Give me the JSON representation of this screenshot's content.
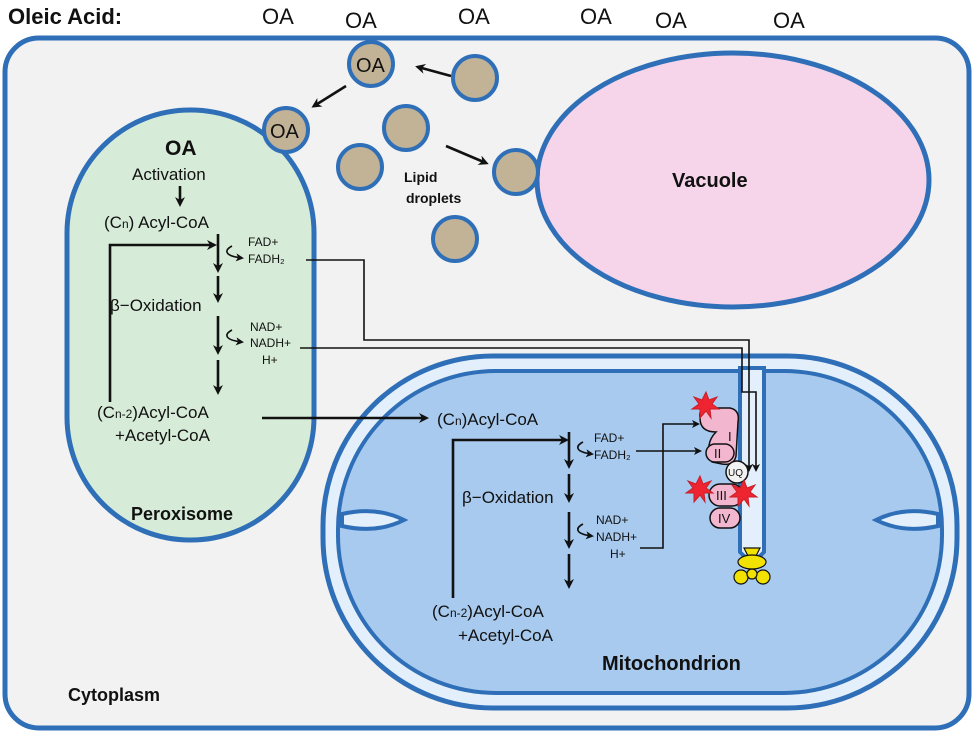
{
  "header": {
    "label": "Oleic Acid:",
    "oa_molecules": [
      "OA",
      "OA",
      "OA",
      "OA",
      "OA",
      "OA"
    ]
  },
  "compartments": {
    "cytoplasm": "Cytoplasm",
    "vacuole": "Vacuole",
    "peroxisome": "Peroxisome",
    "mitochondrion": "Mitochondrion"
  },
  "lipid_droplets": {
    "label_line1": "Lipid",
    "label_line2": "droplets",
    "droplet_oa_1": "OA",
    "droplet_oa_2": "OA"
  },
  "peroxisome_pathway": {
    "oa": "OA",
    "activation": "Activation",
    "acyl_coa_cn_prefix": "(C",
    "acyl_coa_cn_sub": "n",
    "acyl_coa_cn_suffix": ") Acyl-CoA",
    "fad": "FAD+",
    "fadh2": "FADH₂",
    "beta_oxidation": "β−Oxidation",
    "nad": "NAD+",
    "nadh": "NADH+",
    "h": "H+",
    "product_prefix": "(C",
    "product_sub": "n-2",
    "product_suffix": ")Acyl-CoA",
    "acetyl_coa": "+Acetyl-CoA"
  },
  "mitochondrion_pathway": {
    "acyl_coa_cn_prefix": "(C",
    "acyl_coa_cn_sub": "n",
    "acyl_coa_cn_suffix": ")Acyl-CoA",
    "fad": "FAD+",
    "fadh2": "FADH₂",
    "beta_oxidation": "β−Oxidation",
    "nad": "NAD+",
    "nadh": "NADH+",
    "h": "H+",
    "product_prefix": "(C",
    "product_sub": "n-2",
    "product_suffix": ")Acyl-CoA",
    "acetyl_coa": "+Acetyl-CoA"
  },
  "etc_complexes": {
    "complex_i": "I",
    "complex_ii": "II",
    "ubiquinone": "UQ",
    "complex_iii": "III",
    "complex_iv": "IV"
  },
  "colors": {
    "membrane": "#2f6fb8",
    "cytoplasm_fill": "#f2f2f2",
    "peroxisome_fill": "#d7ecd8",
    "vacuole_fill": "#f6d4ea",
    "mito_fill": "#a8caee",
    "mito_space": "#e3f0fb",
    "droplet_fill": "#c2b296",
    "complex_fill": "#f2b7cf",
    "star": "#ee2530",
    "atp_synthase": "#f2e200"
  }
}
